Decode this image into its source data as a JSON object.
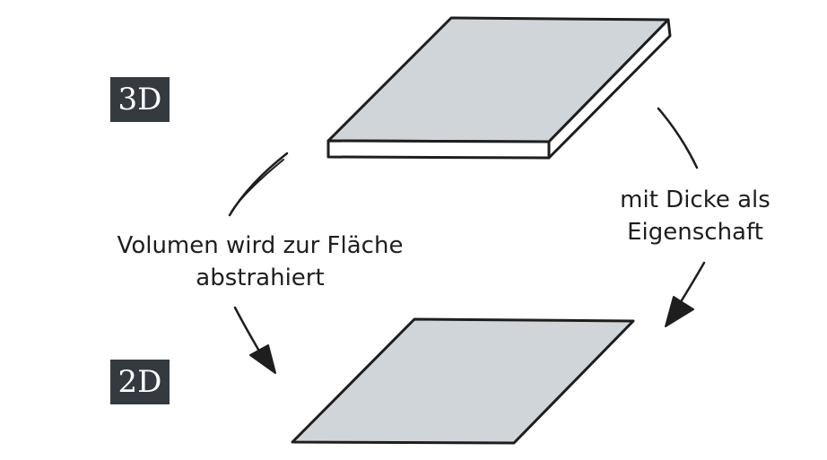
{
  "labels": {
    "badge_top": "3D",
    "badge_bottom": "2D",
    "left_line1": "Volumen wird zur Fläche",
    "left_line2": "abstrahiert",
    "right_line1": "mit Dicke als",
    "right_line2": "Eigenschaft"
  },
  "colors": {
    "slab_face": "#d0d5da",
    "slab_edge": "#ffffff",
    "stroke": "#1e1e1e",
    "badge_bg": "#343a40",
    "badge_text": "#ffffff"
  }
}
